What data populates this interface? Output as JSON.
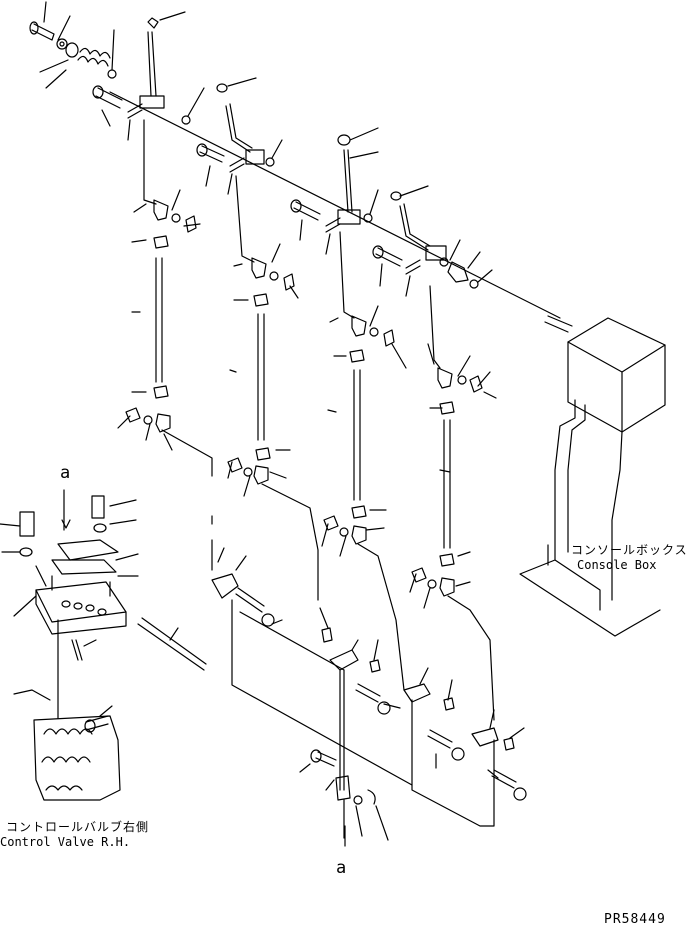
{
  "labels": {
    "console_box_jp": "コンソールボックス",
    "console_box_en": "Console Box",
    "control_valve_jp": "コントロールバルブ右側",
    "control_valve_en": "Control Valve R.H.",
    "ref_a_top": "a",
    "ref_a_bottom": "a",
    "drawing_code": "PR58449"
  }
}
